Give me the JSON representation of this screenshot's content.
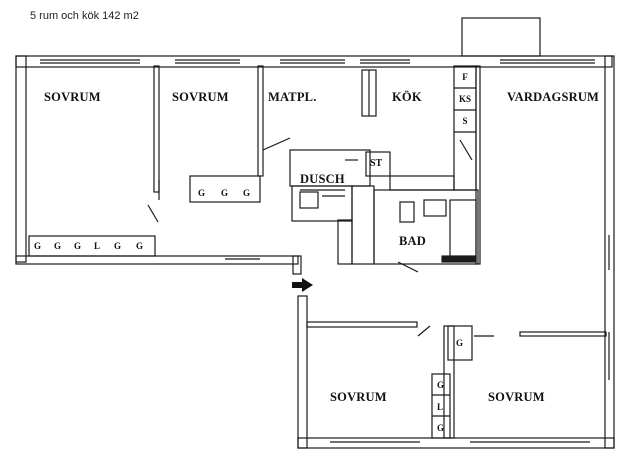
{
  "caption": "5 rum och kök 142 m2",
  "rooms": {
    "sovrum_1": "SOVRUM",
    "sovrum_2": "SOVRUM",
    "matplats": "MATPL.",
    "kok": "KÖK",
    "vardagsrum": "VARDAGSRUM",
    "dusch": "DUSCH",
    "bad": "BAD",
    "sovrum_3": "SOVRUM",
    "sovrum_4": "SOVRUM"
  },
  "fixtures": {
    "st": "ST",
    "f": "F",
    "ks": "KS",
    "s": "S",
    "closets_room2": [
      "G",
      "G",
      "G"
    ],
    "closets_room1": [
      "G",
      "G",
      "G",
      "L",
      "G",
      "G"
    ],
    "closet_right_top": "G",
    "closets_right_column": [
      "G",
      "L",
      "G"
    ]
  },
  "colors": {
    "wall": "#1a1a1a",
    "background": "#ffffff"
  },
  "icons": {
    "entrance": "arrow-right-icon"
  }
}
